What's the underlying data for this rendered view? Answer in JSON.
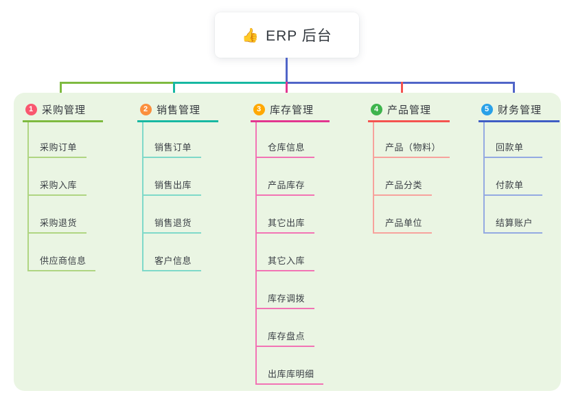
{
  "root": {
    "icon": "👍",
    "label": "ERP 后台"
  },
  "connectors": {
    "root_blue": "#5065c8",
    "teal": "#17b8a2",
    "green": "#7eba40",
    "magenta": "#e2368f",
    "red": "#f4534f"
  },
  "panel_color": "#eaf5e3",
  "branches": [
    {
      "number": "1",
      "label": "采购管理",
      "badge_color": "#f9576f",
      "line_color": "#7eba40",
      "child_color": "#afd581",
      "children": [
        "采购订单",
        "采购入库",
        "采购退货",
        "供应商信息"
      ]
    },
    {
      "number": "2",
      "label": "销售管理",
      "badge_color": "#fb8f3d",
      "line_color": "#17b8a2",
      "child_color": "#7ed9c9",
      "children": [
        "销售订单",
        "销售出库",
        "销售退货",
        "客户信息"
      ]
    },
    {
      "number": "3",
      "label": "库存管理",
      "badge_color": "#ffa800",
      "line_color": "#e2368f",
      "child_color": "#f273b4",
      "children": [
        "仓库信息",
        "产品库存",
        "其它出库",
        "其它入库",
        "库存调拨",
        "库存盘点",
        "出库库明细"
      ]
    },
    {
      "number": "4",
      "label": "产品管理",
      "badge_color": "#3eb44d",
      "line_color": "#f4534f",
      "child_color": "#f7a29c",
      "children": [
        "产品（物料）",
        "产品分类",
        "产品单位"
      ]
    },
    {
      "number": "5",
      "label": "财务管理",
      "badge_color": "#29a1e8",
      "line_color": "#3f5dc4",
      "child_color": "#93a9e2",
      "children": [
        "回款单",
        "付款单",
        "结算账户"
      ]
    }
  ]
}
